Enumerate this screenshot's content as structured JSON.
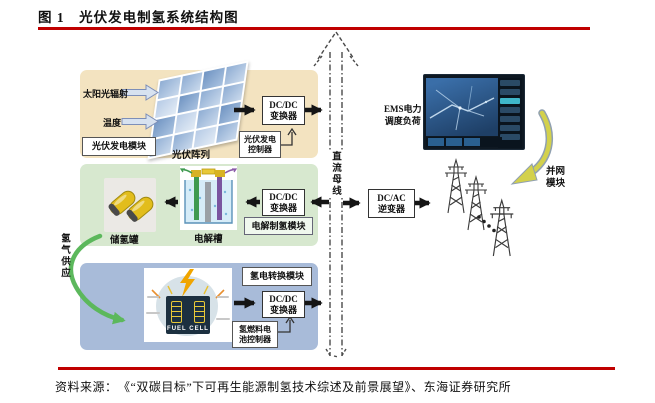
{
  "title": "图 1　光伏发电制氢系统结构图",
  "source": "资料来源：　《“双碳目标”下可再生能源制氢技术综述及前景展望》、东海证券研究所",
  "bus": {
    "label": "直流母线"
  },
  "pv_module": {
    "name": "光伏发电模块",
    "input_radiation": "太阳光辐射",
    "input_temperature": "温度",
    "array_label": "光伏阵列",
    "converter": "DC/DC\n变换器",
    "controller": "光伏发电\n控制器"
  },
  "electrolysis_module": {
    "name": "电解制氢模块",
    "tank_label": "储氢罐",
    "cell_label": "电解槽",
    "converter": "DC/DC\n变换器"
  },
  "fuelcell_module": {
    "name": "氢电转换模块",
    "device_label": "FUEL CELL",
    "converter": "DC/DC\n变换器",
    "controller": "氢燃料电\n池控制器"
  },
  "hydrogen_supply_label": "氢气供应",
  "inverter": "DC/AC\n逆变器",
  "ems_label": "EMS电力\n调度负荷",
  "grid_module_label": "并网\n模块",
  "colors": {
    "accent_red": "#c00000",
    "pv_bg": "#f3e3c0",
    "electrolysis_bg": "#d7e8cf",
    "fuelcell_bg": "#a8bbd9",
    "arrow_black": "#151515",
    "green_arrow": "#5cb85c",
    "yellow_arrow": "#d3d14c"
  }
}
